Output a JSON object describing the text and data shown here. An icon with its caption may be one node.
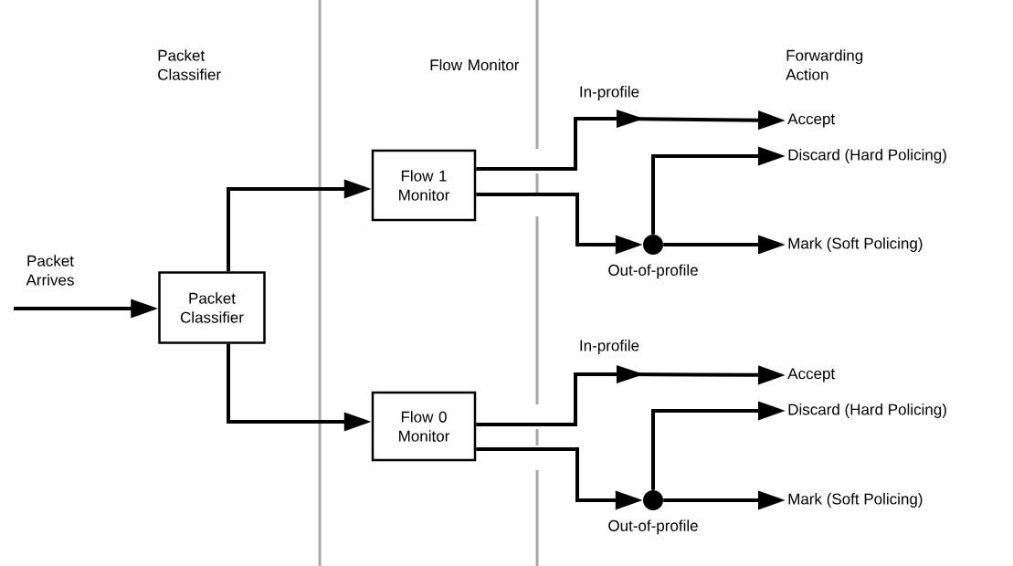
{
  "diagram": {
    "nodes": [
      {
        "text": [
          "Packet Classifier"
        ]
      },
      {
        "text": [
          "Flow 1 Monitor"
        ]
      },
      {
        "text": [
          "Flow 0 Monitor"
        ]
      },
      {
        "text": [
          "Accept"
        ]
      },
      {
        "text": [
          "Discard (Hard Policing)"
        ]
      },
      {
        "text": [
          "Mark (Soft Policing)"
        ]
      },
      {
        "text": [],
        "shape": "circle",
        "beside": [
          "Out-of-profile"
        ]
      },
      {
        "text": [
          "Accept"
        ]
      },
      {
        "text": [
          "Discard (Hard Policing)"
        ]
      },
      {
        "text": [
          "Mark (Soft Policing)"
        ]
      },
      {
        "text": [],
        "shape": "circle",
        "beside": [
          "Out-of-profile"
        ]
      }
    ],
    "edges": [
      {
        "from": null,
        "to": 0,
        "arrow": "to",
        "label": "Packet Arrives"
      },
      {
        "from": 0,
        "to": 1,
        "arrow": "to"
      },
      {
        "from": 0,
        "to": 2,
        "arrow": "to"
      },
      {
        "from": 1,
        "to": 3,
        "arrow": "to",
        "label": "In-profile"
      },
      {
        "from": 1,
        "to": 6,
        "arrow": "to"
      },
      {
        "from": 6,
        "to": 4,
        "arrow": "to"
      },
      {
        "from": 6,
        "to": 5,
        "arrow": "to"
      },
      {
        "from": 2,
        "to": 7,
        "arrow": "to",
        "label": "In-profile"
      },
      {
        "from": 2,
        "to": 10,
        "arrow": "to"
      },
      {
        "from": 10,
        "to": 8,
        "arrow": "to"
      },
      {
        "from": 10,
        "to": 9,
        "arrow": "to"
      }
    ],
    "labels": [
      "Packet Classifier",
      "Flow Monitor",
      "Forwarding Action"
    ]
  }
}
